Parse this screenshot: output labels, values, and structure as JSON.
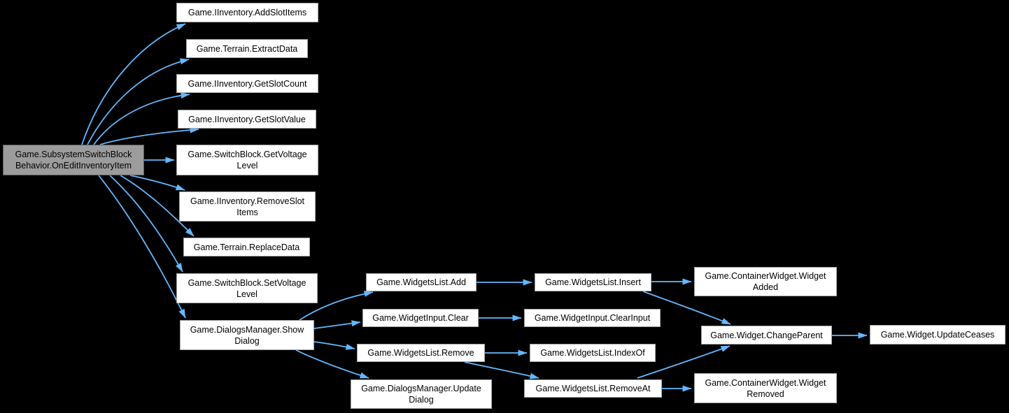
{
  "diagram": {
    "type": "call-graph",
    "colors": {
      "background": "#000000",
      "edge": "#63b8ff",
      "node_fill": "#ffffff",
      "node_border": "#a5a5a5",
      "main_node_fill": "#9c9c9c",
      "main_node_border": "#5c5c5c",
      "text": "#000000"
    },
    "nodes": [
      {
        "id": "onEditInventoryItem",
        "label": "Game.SubsystemSwitchBlockBehavior.OnEditInventoryItem",
        "lines": [
          "Game.SubsystemSwitchBlock",
          "Behavior.OnEditInventoryItem"
        ],
        "main": true
      },
      {
        "id": "addSlotItems",
        "label": "Game.IInventory.AddSlotItems",
        "lines": [
          "Game.IInventory.AddSlotItems"
        ],
        "main": false
      },
      {
        "id": "extractData",
        "label": "Game.Terrain.ExtractData",
        "lines": [
          "Game.Terrain.ExtractData"
        ],
        "main": false
      },
      {
        "id": "getSlotCount",
        "label": "Game.IInventory.GetSlotCount",
        "lines": [
          "Game.IInventory.GetSlotCount"
        ],
        "main": false
      },
      {
        "id": "getSlotValue",
        "label": "Game.IInventory.GetSlotValue",
        "lines": [
          "Game.IInventory.GetSlotValue"
        ],
        "main": false
      },
      {
        "id": "getVoltageLevel",
        "label": "Game.SwitchBlock.GetVoltageLevel",
        "lines": [
          "Game.SwitchBlock.GetVoltage",
          "Level"
        ],
        "main": false
      },
      {
        "id": "removeSlotItems",
        "label": "Game.IInventory.RemoveSlotItems",
        "lines": [
          "Game.IInventory.RemoveSlot",
          "Items"
        ],
        "main": false
      },
      {
        "id": "replaceData",
        "label": "Game.Terrain.ReplaceData",
        "lines": [
          "Game.Terrain.ReplaceData"
        ],
        "main": false
      },
      {
        "id": "setVoltageLevel",
        "label": "Game.SwitchBlock.SetVoltageLevel",
        "lines": [
          "Game.SwitchBlock.SetVoltage",
          "Level"
        ],
        "main": false
      },
      {
        "id": "showDialog",
        "label": "Game.DialogsManager.ShowDialog",
        "lines": [
          "Game.DialogsManager.Show",
          "Dialog"
        ],
        "main": false
      },
      {
        "id": "widgetsListAdd",
        "label": "Game.WidgetsList.Add",
        "lines": [
          "Game.WidgetsList.Add"
        ],
        "main": false
      },
      {
        "id": "widgetInputClear",
        "label": "Game.WidgetInput.Clear",
        "lines": [
          "Game.WidgetInput.Clear"
        ],
        "main": false
      },
      {
        "id": "widgetsListRemove",
        "label": "Game.WidgetsList.Remove",
        "lines": [
          "Game.WidgetsList.Remove"
        ],
        "main": false
      },
      {
        "id": "updateDialog",
        "label": "Game.DialogsManager.UpdateDialog",
        "lines": [
          "Game.DialogsManager.Update",
          "Dialog"
        ],
        "main": false
      },
      {
        "id": "insert",
        "label": "Game.WidgetsList.Insert",
        "lines": [
          "Game.WidgetsList.Insert"
        ],
        "main": false
      },
      {
        "id": "clearInput",
        "label": "Game.WidgetInput.ClearInput",
        "lines": [
          "Game.WidgetInput.ClearInput"
        ],
        "main": false
      },
      {
        "id": "indexOf",
        "label": "Game.WidgetsList.IndexOf",
        "lines": [
          "Game.WidgetsList.IndexOf"
        ],
        "main": false
      },
      {
        "id": "removeAt",
        "label": "Game.WidgetsList.RemoveAt",
        "lines": [
          "Game.WidgetsList.RemoveAt"
        ],
        "main": false
      },
      {
        "id": "widgetAdded",
        "label": "Game.ContainerWidget.WidgetAdded",
        "lines": [
          "Game.ContainerWidget.Widget",
          "Added"
        ],
        "main": false
      },
      {
        "id": "changeParent",
        "label": "Game.Widget.ChangeParent",
        "lines": [
          "Game.Widget.ChangeParent"
        ],
        "main": false
      },
      {
        "id": "widgetRemoved",
        "label": "Game.ContainerWidget.WidgetRemoved",
        "lines": [
          "Game.ContainerWidget.Widget",
          "Removed"
        ],
        "main": false
      },
      {
        "id": "updateCeases",
        "label": "Game.Widget.UpdateCeases",
        "lines": [
          "Game.Widget.UpdateCeases"
        ],
        "main": false
      }
    ],
    "edges": [
      {
        "from": "onEditInventoryItem",
        "to": "addSlotItems"
      },
      {
        "from": "onEditInventoryItem",
        "to": "extractData"
      },
      {
        "from": "onEditInventoryItem",
        "to": "getSlotCount"
      },
      {
        "from": "onEditInventoryItem",
        "to": "getSlotValue"
      },
      {
        "from": "onEditInventoryItem",
        "to": "getVoltageLevel"
      },
      {
        "from": "onEditInventoryItem",
        "to": "removeSlotItems"
      },
      {
        "from": "onEditInventoryItem",
        "to": "replaceData"
      },
      {
        "from": "onEditInventoryItem",
        "to": "setVoltageLevel"
      },
      {
        "from": "onEditInventoryItem",
        "to": "showDialog"
      },
      {
        "from": "showDialog",
        "to": "widgetsListAdd"
      },
      {
        "from": "showDialog",
        "to": "widgetInputClear"
      },
      {
        "from": "showDialog",
        "to": "widgetsListRemove"
      },
      {
        "from": "showDialog",
        "to": "updateDialog"
      },
      {
        "from": "widgetsListAdd",
        "to": "insert"
      },
      {
        "from": "widgetInputClear",
        "to": "clearInput"
      },
      {
        "from": "widgetsListRemove",
        "to": "indexOf"
      },
      {
        "from": "widgetsListRemove",
        "to": "removeAt"
      },
      {
        "from": "insert",
        "to": "widgetAdded"
      },
      {
        "from": "insert",
        "to": "changeParent"
      },
      {
        "from": "removeAt",
        "to": "changeParent"
      },
      {
        "from": "removeAt",
        "to": "widgetRemoved"
      },
      {
        "from": "changeParent",
        "to": "updateCeases"
      }
    ]
  }
}
